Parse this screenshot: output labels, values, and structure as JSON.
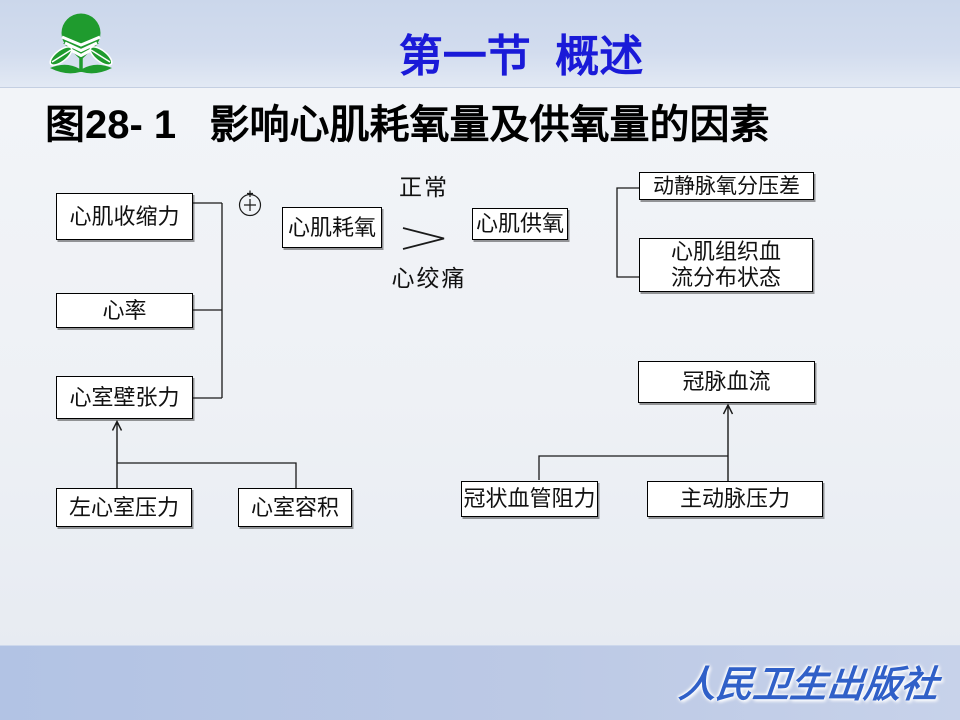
{
  "header": {
    "title": "第一节  概述"
  },
  "figure": {
    "caption": "图28- 1   影响心肌耗氧量及供氧量的因素"
  },
  "diagram": {
    "boxes": {
      "contractility": "心肌收缩力",
      "heart_rate": "心率",
      "wall_tension": "心室壁张力",
      "lv_pressure": "左心室压力",
      "ventricular_volume": "心室容积",
      "o2_consumption": "心肌耗氧",
      "o2_supply": "心肌供氧",
      "av_o2_diff": "动静脉氧分压差",
      "tissue_flow": "心肌组织血\n流分布状态",
      "coronary_flow": "冠脉血流",
      "coronary_resistance": "冠状血管阻力",
      "aortic_pressure": "主动脉压力"
    },
    "comparison": {
      "normal": "正常",
      "symbol": ">",
      "angina": "心绞痛"
    }
  },
  "footer": {
    "publisher": "人民卫生出版社"
  },
  "icons": {
    "plus_circle_icon": "⊕",
    "publisher_logo_icon": "green-plant-logo"
  },
  "colors": {
    "title_blue": "#1a1ad8",
    "logo_green": "#1f9b2e",
    "publisher_blue": "#3060c8",
    "header_band": "#ccd8ec",
    "footer_band": "#b6c6e6",
    "box_border": "#000000",
    "line_color": "#1a1a1a"
  }
}
